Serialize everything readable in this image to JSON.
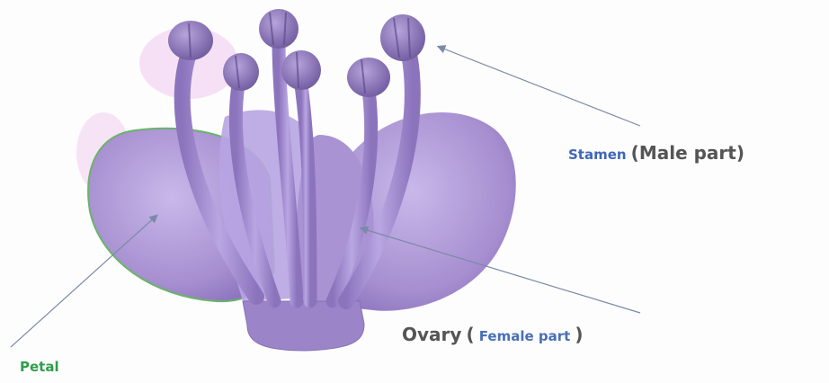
{
  "labels": {
    "stamen": {
      "word": "Stamen",
      "paren_open": "(",
      "detail": "Male part)"
    },
    "ovary": {
      "word": "Ovary",
      "paren_open": "(",
      "detail": "Female part",
      "paren_close": ")"
    },
    "petal": {
      "word": "Petal"
    }
  },
  "colors": {
    "flower": "#a78fd0",
    "flower_dark": "#7d66ad",
    "flower_light": "#c9b8ea",
    "stamen_text": "#3e67b8",
    "label_text": "#555555",
    "petal_text": "#2e9e4a",
    "arrow": "#7a8aa8",
    "petal_edge_tint": "#e6a3e6"
  }
}
